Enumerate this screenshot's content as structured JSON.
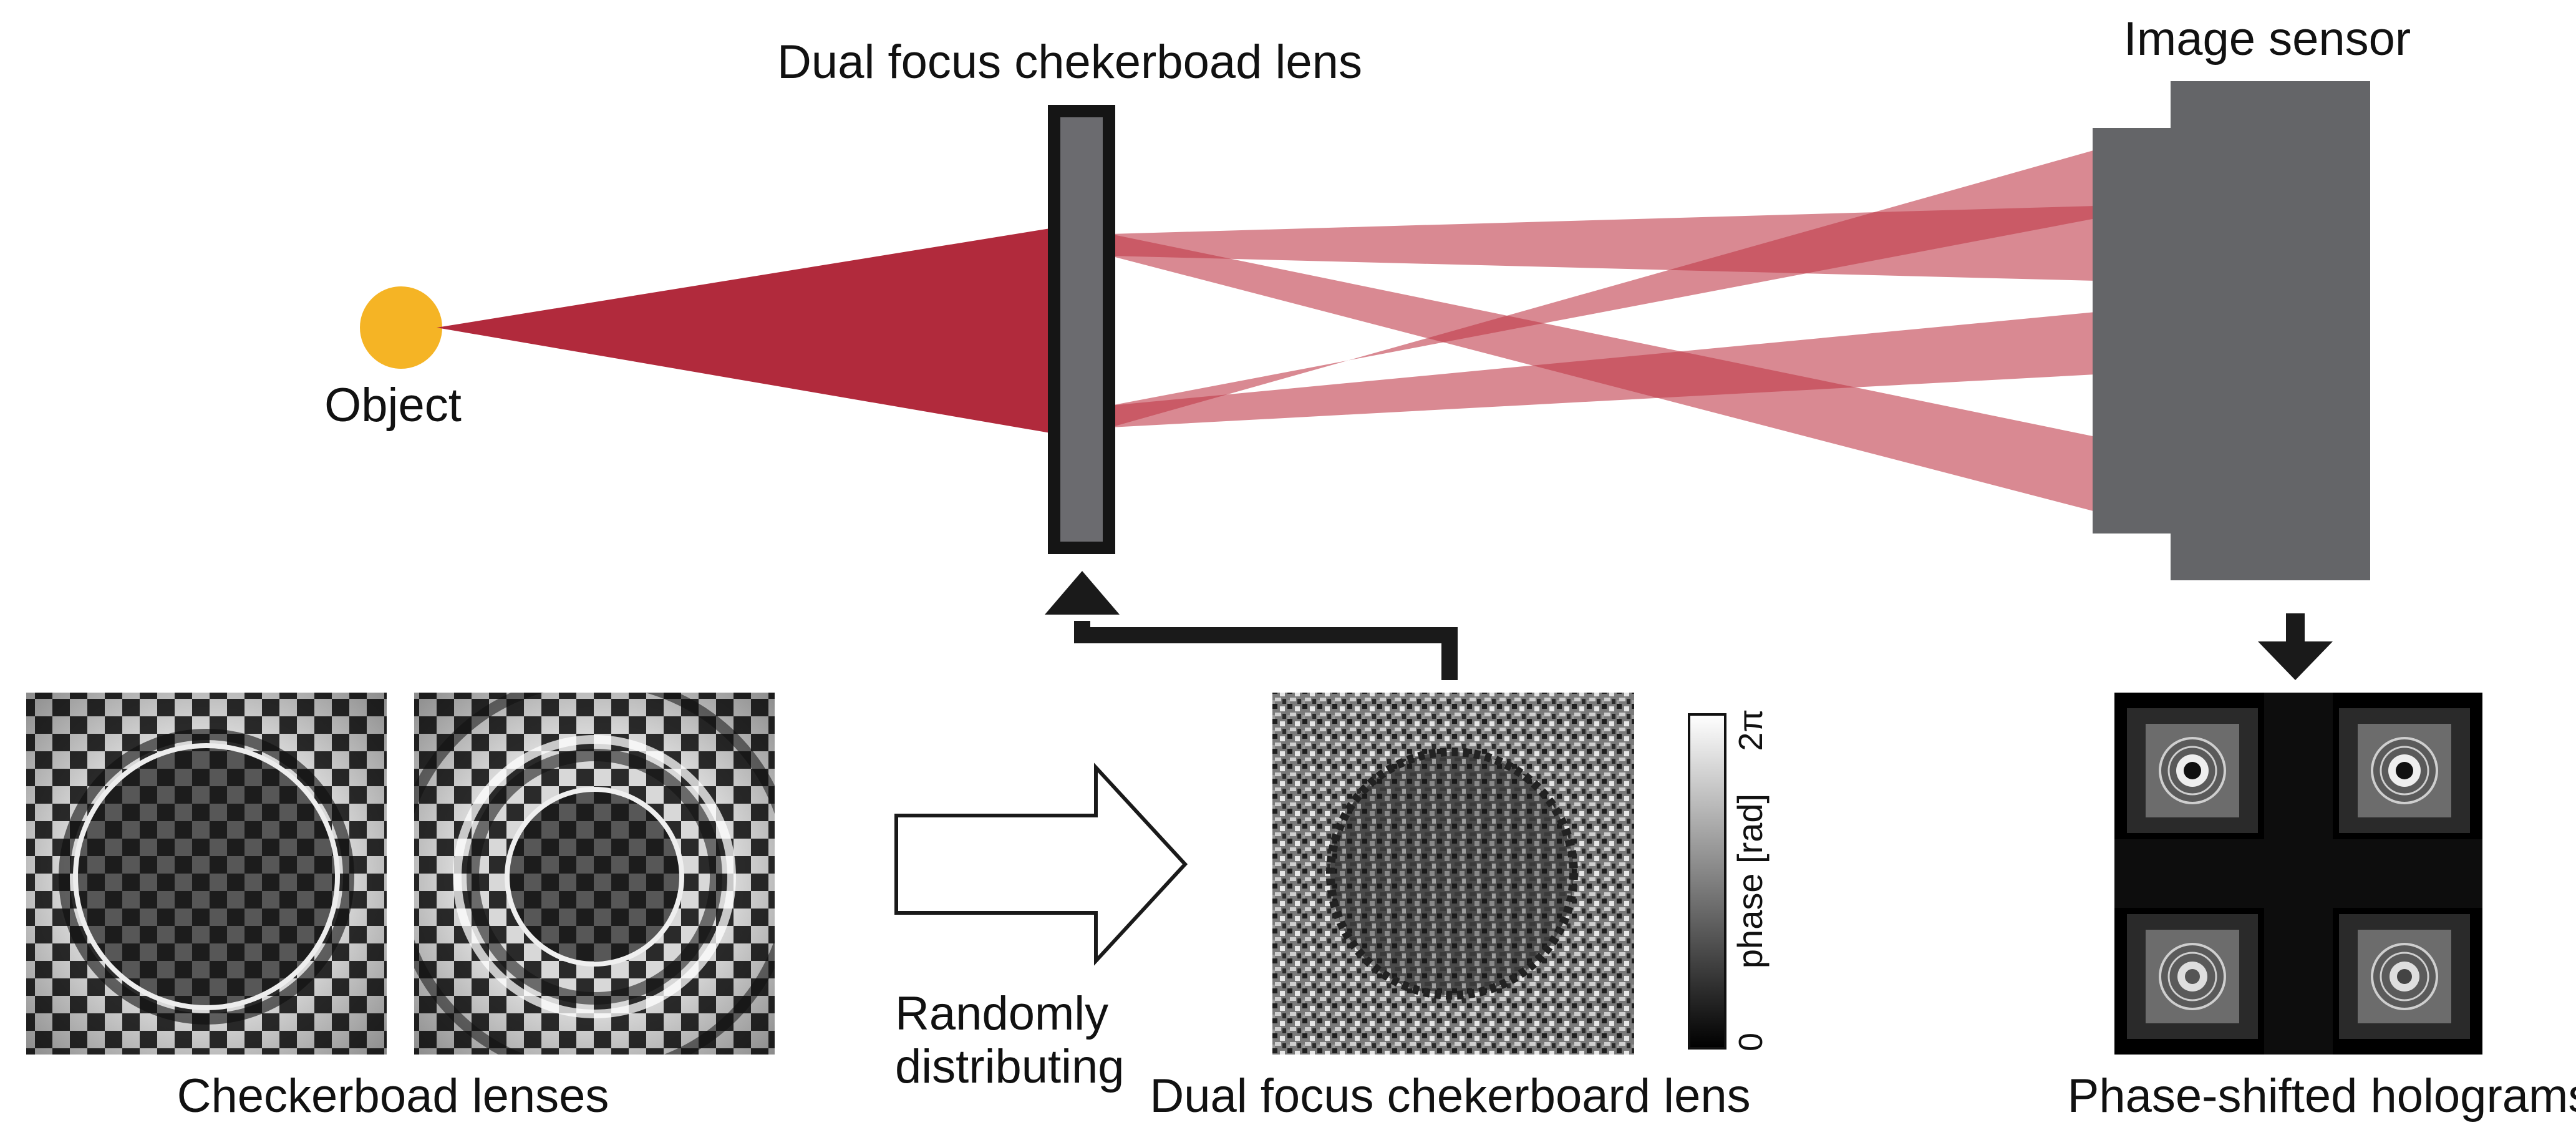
{
  "labels": {
    "object": "Object",
    "lens_top": "Dual focus chekerboad lens",
    "image_sensor": "Image sensor",
    "checkerboard_lenses": "Checkerboad lenses",
    "randomly_line1": "Randomly",
    "randomly_line2": "distributing",
    "lens_bottom": "Dual focus chekerboard lens",
    "holograms": "Phase-shifted holograms"
  },
  "colorbar": {
    "label": "phase [rad]",
    "max": "2π",
    "min": "0"
  },
  "colors": {
    "object": "#f5b425",
    "beam": "#b12a3c",
    "beam_light": "#cf6670",
    "lens": "#6b6b6f",
    "lens_border": "#151515",
    "sensor": "#646568",
    "arrow": "#1a1a1a"
  }
}
